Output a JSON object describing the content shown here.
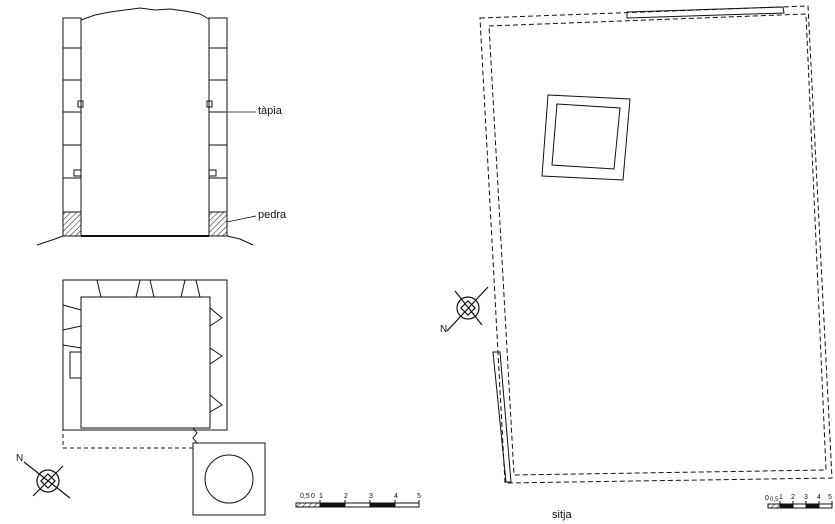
{
  "labels": {
    "tapia": "tàpia",
    "pedra": "pedra",
    "sitja": "sitja",
    "north_left": "N",
    "north_right": "N"
  },
  "scales": {
    "left": {
      "ticks": [
        "0,5",
        "0",
        "1",
        "2",
        "3",
        "4",
        "5"
      ]
    },
    "right": {
      "ticks": [
        "0",
        "0,5",
        "1",
        "2",
        "3",
        "4",
        "5"
      ]
    }
  }
}
